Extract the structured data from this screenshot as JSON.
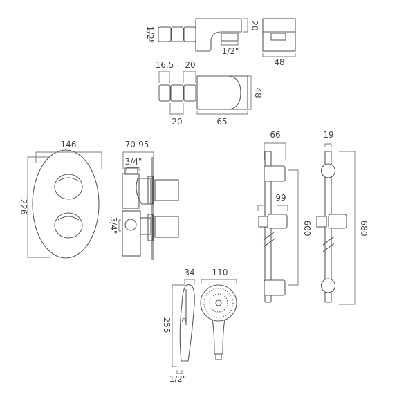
{
  "wall_outlet_side": {
    "thread_left": "1/2\"",
    "height": "20",
    "thread_bottom": "1/2\""
  },
  "wall_outlet_front": {
    "width": "48"
  },
  "wall_outlet_top": {
    "dim_a": "16.5",
    "dim_b": "20",
    "dim_c": "20",
    "length": "65",
    "width": "48"
  },
  "faceplate": {
    "width": "146",
    "height": "226"
  },
  "valve_side": {
    "depth": "70-95",
    "outlet_top": "3/4\"",
    "outlet_side": "3/4\""
  },
  "riser_rail_front": {
    "bracket_width": "66",
    "holder_width": "99",
    "centres": "600"
  },
  "riser_rail_side": {
    "tube_diameter": "19",
    "length": "680"
  },
  "handset": {
    "side_depth": "34",
    "head_diameter": "110",
    "length": "255",
    "connection": "1/2\""
  }
}
